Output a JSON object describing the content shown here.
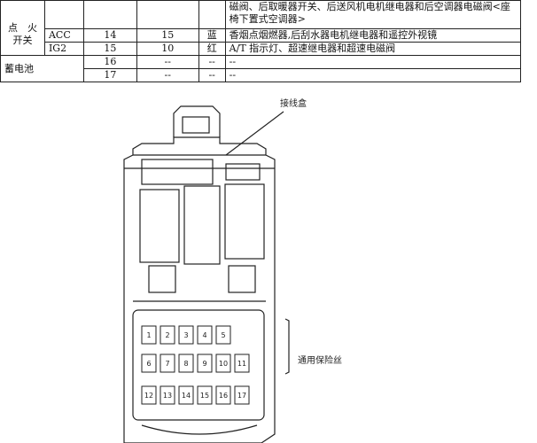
{
  "table": {
    "group_ignition": "点　火\n开关",
    "group_battery": "蓄电池",
    "rows": [
      {
        "terminal": "",
        "fuse": "",
        "amp": "",
        "color": "",
        "desc": "磁阀、后取暖器开关、后送风机电机继电器和后空调器电磁阀<座椅下置式空调器>"
      },
      {
        "terminal": "ACC",
        "fuse": "14",
        "amp": "15",
        "color": "蓝",
        "desc": "香烟点烟燃器,后刮水器电机继电器和遥控外视镜"
      },
      {
        "terminal": "IG2",
        "fuse": "15",
        "amp": "10",
        "color": "红",
        "desc": "A/T 指示灯、超速继电器和超速电磁阀"
      },
      {
        "terminal": "",
        "fuse": "16",
        "amp": "--",
        "color": "--",
        "desc": "--"
      },
      {
        "terminal": "",
        "fuse": "17",
        "amp": "--",
        "color": "--",
        "desc": "--"
      }
    ]
  },
  "diagram": {
    "label_junction": "接线盒",
    "label_fuses": "通用保险丝",
    "fuse_numbers": [
      "1",
      "2",
      "3",
      "4",
      "5",
      "6",
      "7",
      "8",
      "9",
      "10",
      "11",
      "12",
      "13",
      "14",
      "15",
      "16",
      "17"
    ]
  }
}
